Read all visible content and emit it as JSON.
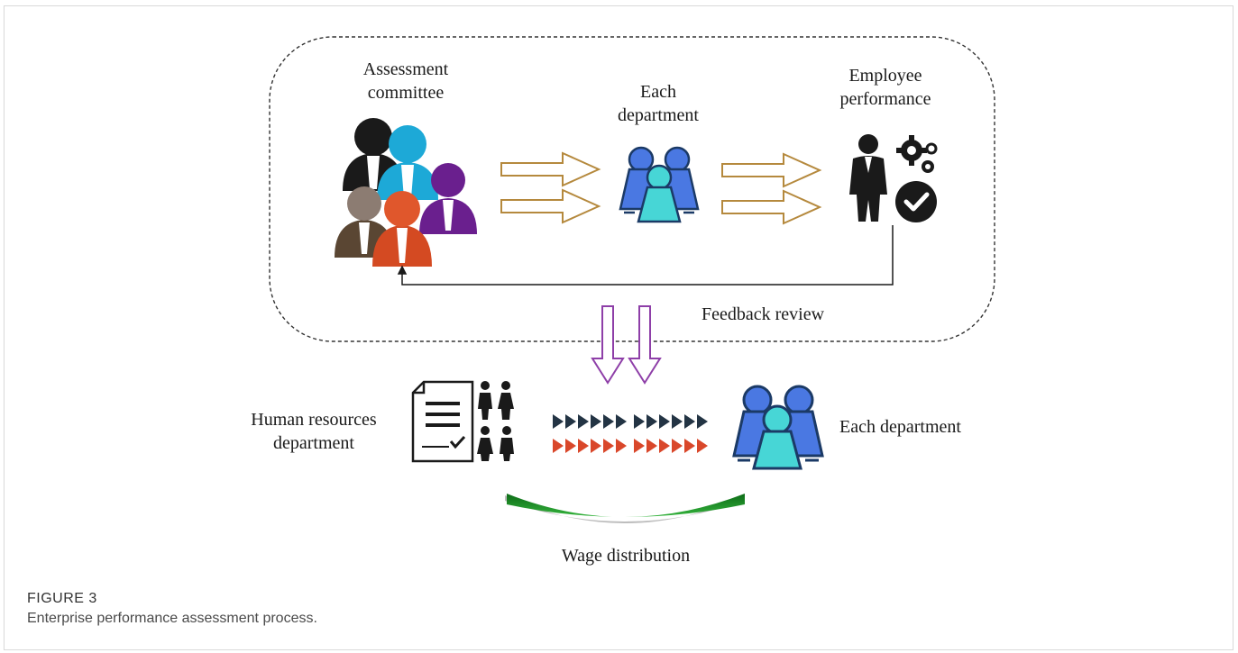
{
  "diagram": {
    "labels": {
      "assessment_committee_line1": "Assessment",
      "assessment_committee_line2": "committee",
      "each_department_line1": "Each",
      "each_department_line2": "department",
      "employee_performance_line1": "Employee",
      "employee_performance_line2": "performance",
      "feedback_review": "Feedback review",
      "hr_department_line1": "Human resources",
      "hr_department_line2": "department",
      "each_department_bottom": "Each department",
      "wage_distribution": "Wage distribution"
    },
    "icons": {
      "committee": "people-group-icon",
      "department": "team-icon",
      "employee": "businessman-icon",
      "gears": "gears-icon",
      "check": "check-circle-icon",
      "document": "document-checklist-icon",
      "staff": "staff-people-icon"
    },
    "colors": {
      "hollow_arrow": "#b5893d",
      "down_arrow": "#8e3fa8",
      "team_blue": "#4a78e2",
      "team_cyan": "#47d6d6",
      "team_outline": "#1b3a66",
      "chevron_dark": "#233444",
      "chevron_red": "#d9472a",
      "wage_arc": "#1a8a2a"
    }
  },
  "figure": {
    "label": "FIGURE 3",
    "caption": "Enterprise performance assessment process."
  }
}
